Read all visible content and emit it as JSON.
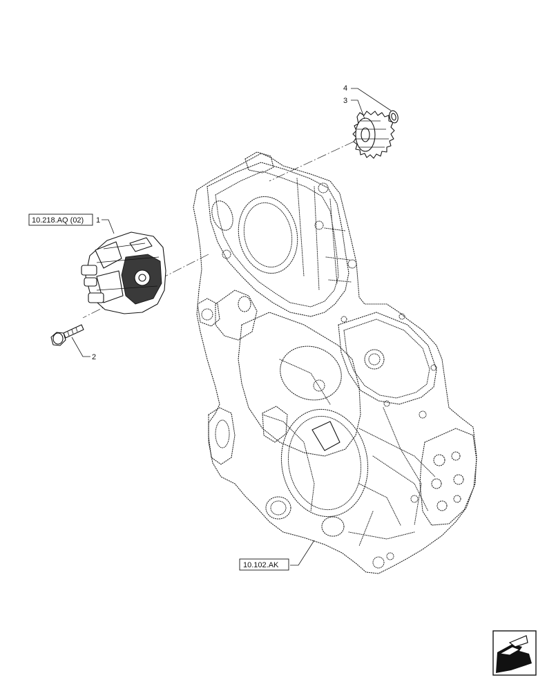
{
  "callouts": {
    "c1": "1",
    "c2": "2",
    "c3": "3",
    "c4": "4"
  },
  "references": {
    "pump_ref": "10.218.AQ (02)",
    "housing_ref": "10.102.AK"
  },
  "icons": {
    "nav": "next-page-arrow-icon"
  }
}
